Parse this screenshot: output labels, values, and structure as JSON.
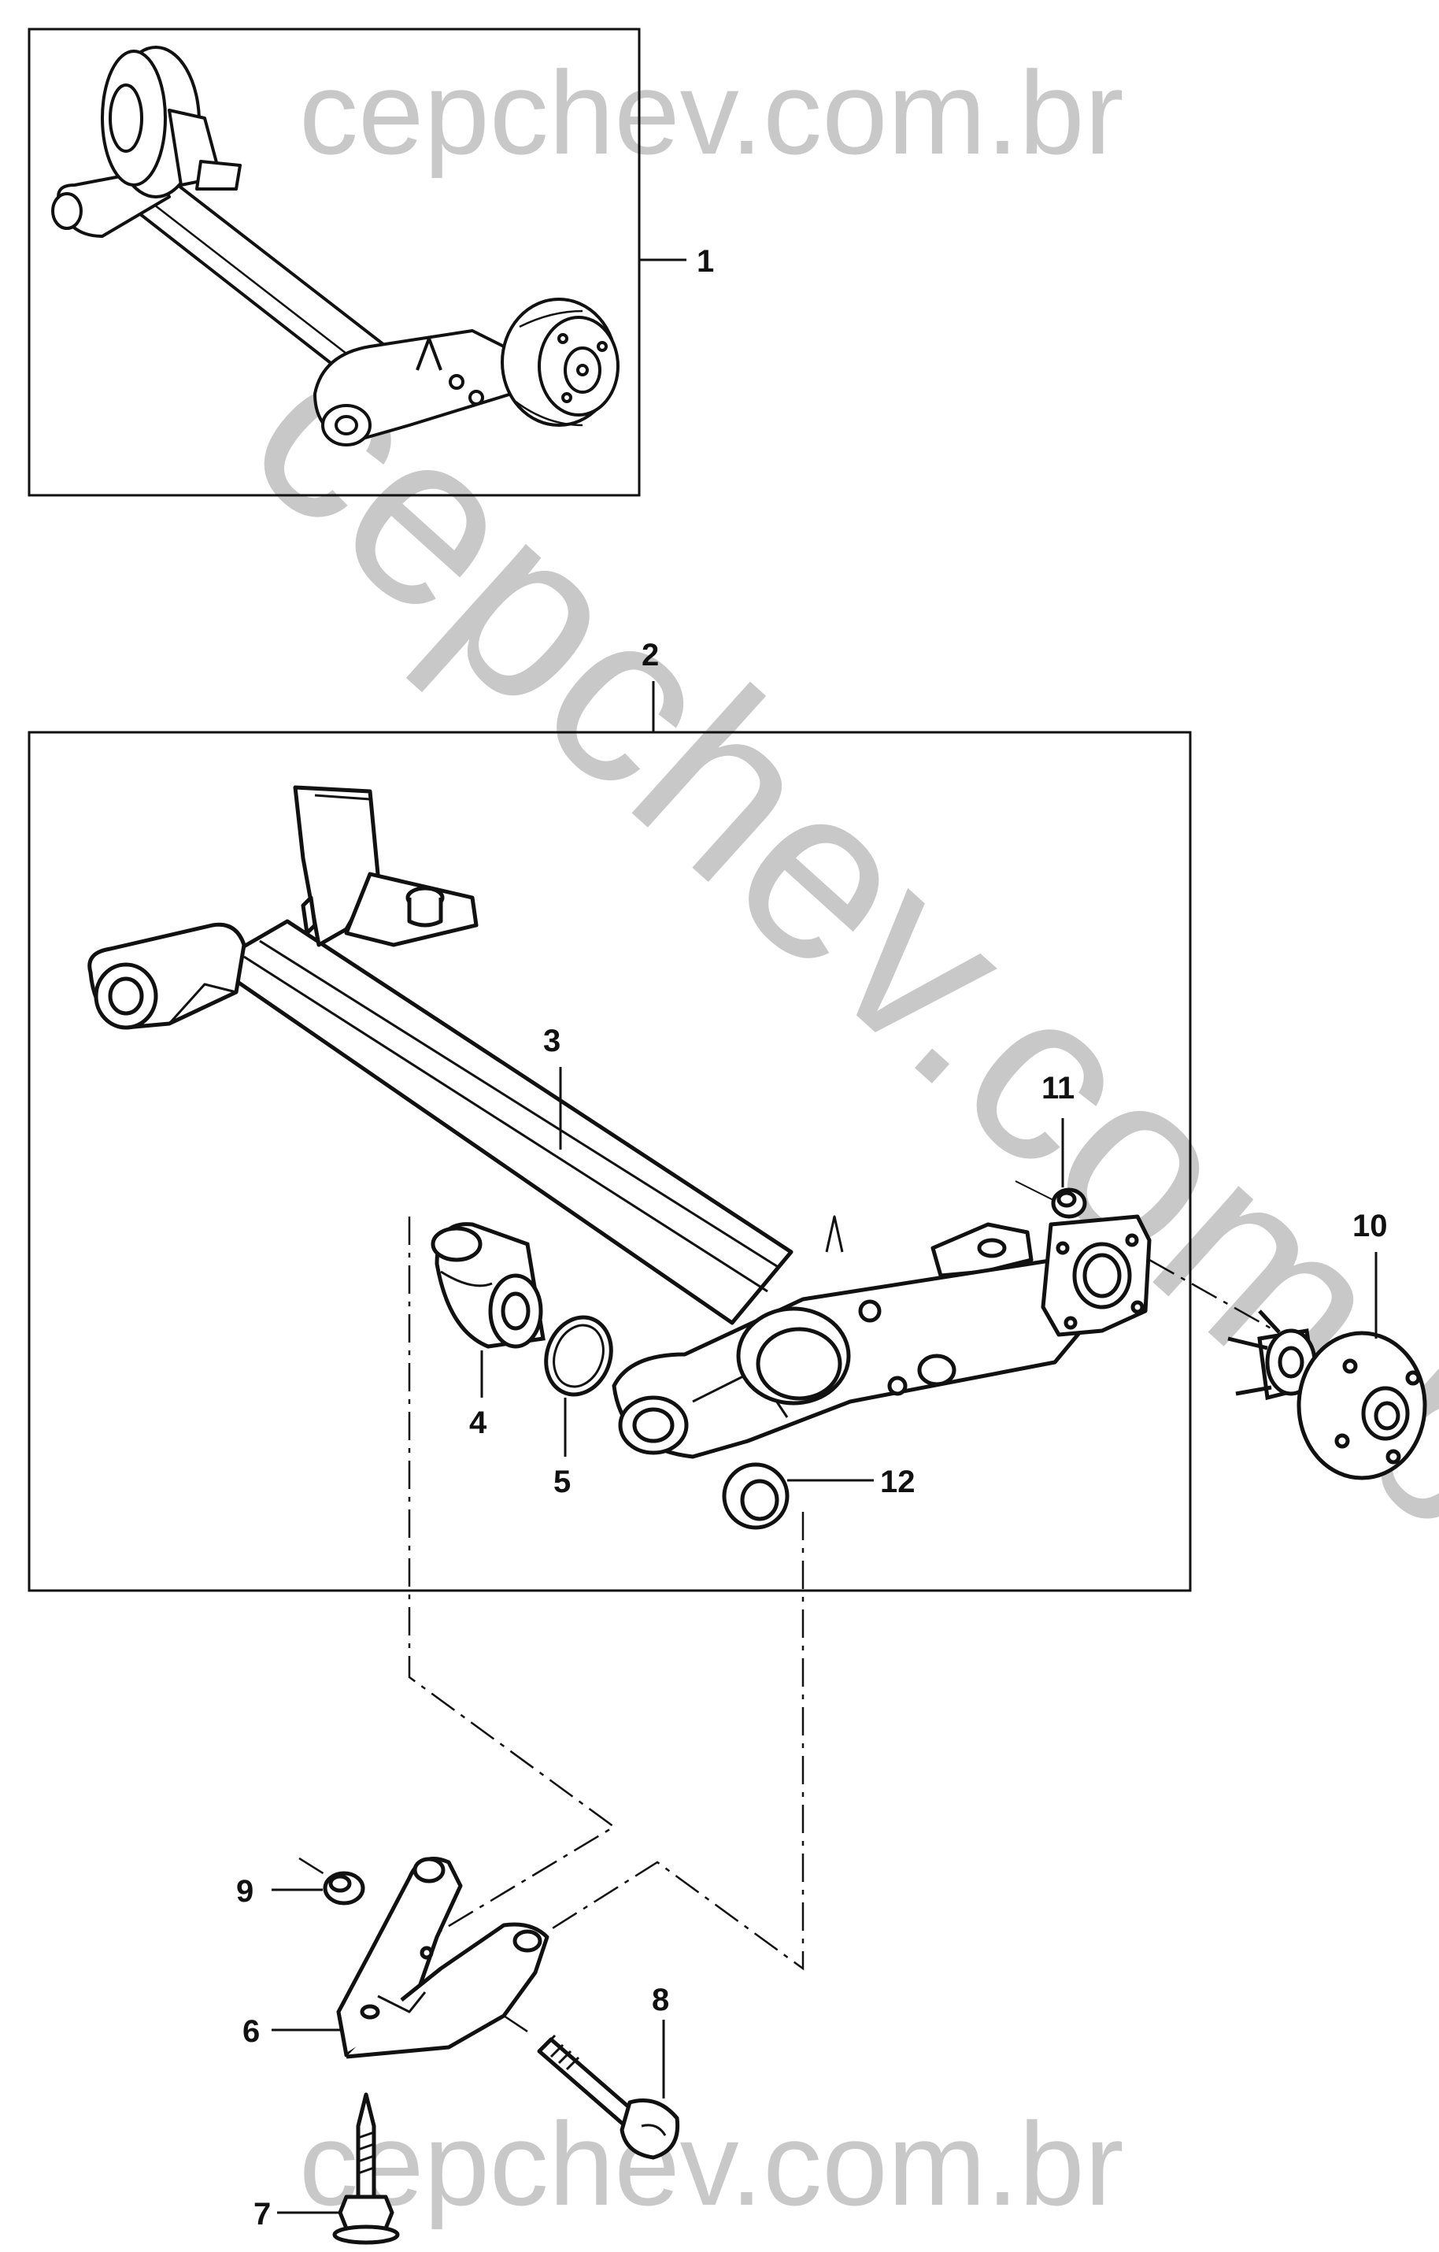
{
  "watermarks": {
    "top": "cepchev.com.br",
    "diagonal": "cepchev.com.br",
    "bottom": "cepchev.com.br"
  },
  "callouts": {
    "c1": "1",
    "c2": "2",
    "c3": "3",
    "c4": "4",
    "c5": "5",
    "c6": "6",
    "c7": "7",
    "c8": "8",
    "c9": "9",
    "c10": "10",
    "c11": "11",
    "c12": "12"
  },
  "colors": {
    "line": "#111111",
    "watermark": "#c8c8c8",
    "background": "#ffffff"
  }
}
